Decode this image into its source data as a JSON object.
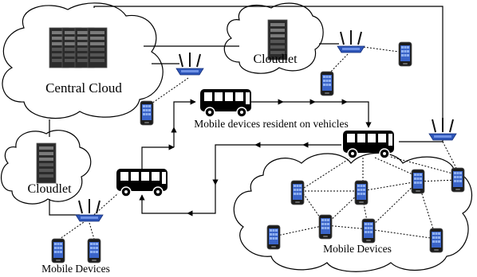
{
  "labels": {
    "central_cloud": "Central Cloud",
    "cloudlet_top": "Cloudlet",
    "cloudlet_left": "Cloudlet",
    "vehicles": "Mobile devices resident on vehicles",
    "devices_cluster": "Mobile Devices",
    "devices_bottom_left": "Mobile Devices"
  },
  "colors": {
    "line": "#000000",
    "router_blue": "#2d55b8",
    "phone_screen": "#3a64c8",
    "server_dark": "#222222"
  },
  "icons": {
    "server": "server-rack-icon",
    "router": "wireless-router-icon",
    "phone": "mobile-phone-icon",
    "bus": "bus-icon"
  }
}
